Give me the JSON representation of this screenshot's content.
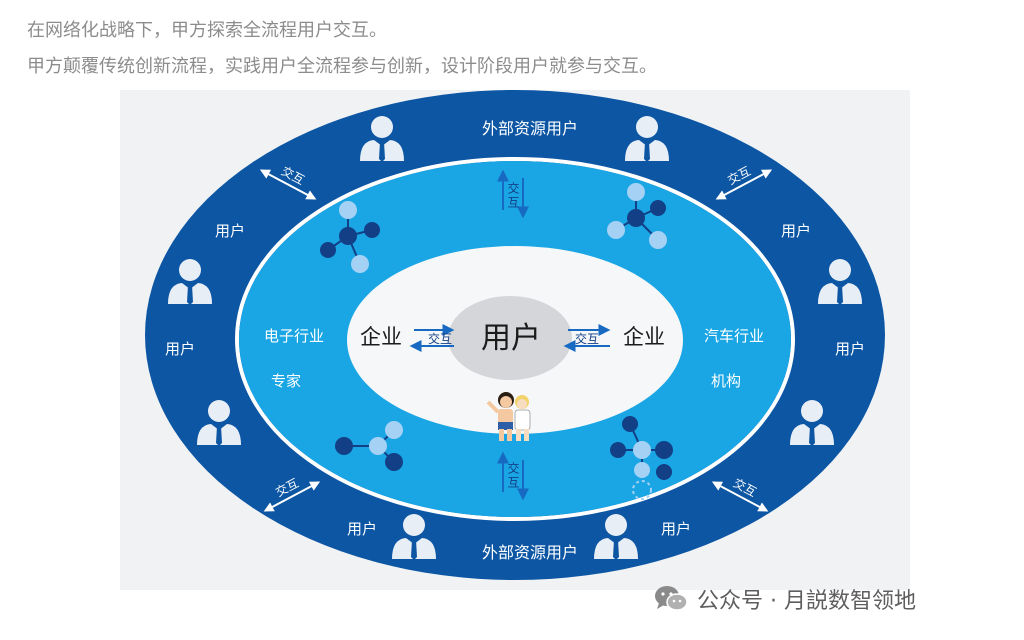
{
  "header": {
    "line1": "在网络化战略下，甲方探索全流程用户交互。",
    "line2": "甲方颠覆传统创新流程，实践用户全流程参与创新，设计阶段用户就参与交互。"
  },
  "diagram": {
    "outer_ring": {
      "top_label": "外部资源用户",
      "bottom_label": "外部资源用户",
      "user_labels": [
        "用户",
        "用户",
        "用户",
        "用户",
        "用户",
        "用户"
      ]
    },
    "middle_ring": {
      "left_label_line1": "电子行业",
      "left_label_line2": "专家",
      "right_label_line1": "汽车行业",
      "right_label_line2": "机构"
    },
    "center": {
      "title": "用户",
      "enterprise_left": "企业",
      "enterprise_right": "企业",
      "interact_left": "交互",
      "interact_right": "交互"
    },
    "interact_labels": {
      "top_left": "交互",
      "top_right": "交互",
      "bottom_left": "交互",
      "bottom_right": "交互",
      "top_center": "交互",
      "bottom_center": "交互"
    },
    "colors": {
      "outer_ring": "#0c56a4",
      "ring_border": "#ffffff",
      "middle_ring": "#1aa6e4",
      "inner_ellipse": "#f6f7f9",
      "center_oval": "#d4d6d9",
      "person_icon": "#e8eef6",
      "node_dark": "#123f86",
      "node_light": "#a4d1f4",
      "arrow": "#1769c2"
    },
    "icons": [
      "person-icon",
      "network-icon",
      "double-arrow-icon",
      "cartoon-figures"
    ]
  },
  "watermark": {
    "text": "公众号 · 月説数智领地",
    "icon": "wechat-icon"
  }
}
